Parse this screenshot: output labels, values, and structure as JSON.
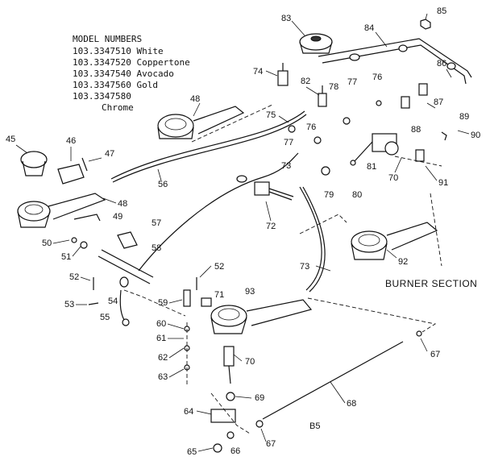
{
  "model_numbers": {
    "heading": "MODEL NUMBERS",
    "lines": [
      "103.3347510 White",
      "103.3347520 Coppertone",
      "103.3347540 Avocado",
      "103.3347560 Gold",
      "103.3347580",
      "Chrome"
    ]
  },
  "section_title": "BURNER SECTION",
  "page_code": "B5",
  "callouts": [
    "83",
    "85",
    "84",
    "74",
    "86",
    "82",
    "78",
    "77",
    "76",
    "48",
    "87",
    "75",
    "76",
    "88",
    "89",
    "90",
    "77",
    "73",
    "45",
    "46",
    "47",
    "56",
    "48",
    "70",
    "91",
    "79",
    "80",
    "81",
    "49",
    "57",
    "72",
    "92",
    "50",
    "51",
    "58",
    "73",
    "52",
    "52",
    "71",
    "93",
    "53",
    "54",
    "59",
    "55",
    "60",
    "61",
    "62",
    "63",
    "70",
    "67",
    "69",
    "68",
    "64",
    "66",
    "65",
    "67"
  ]
}
